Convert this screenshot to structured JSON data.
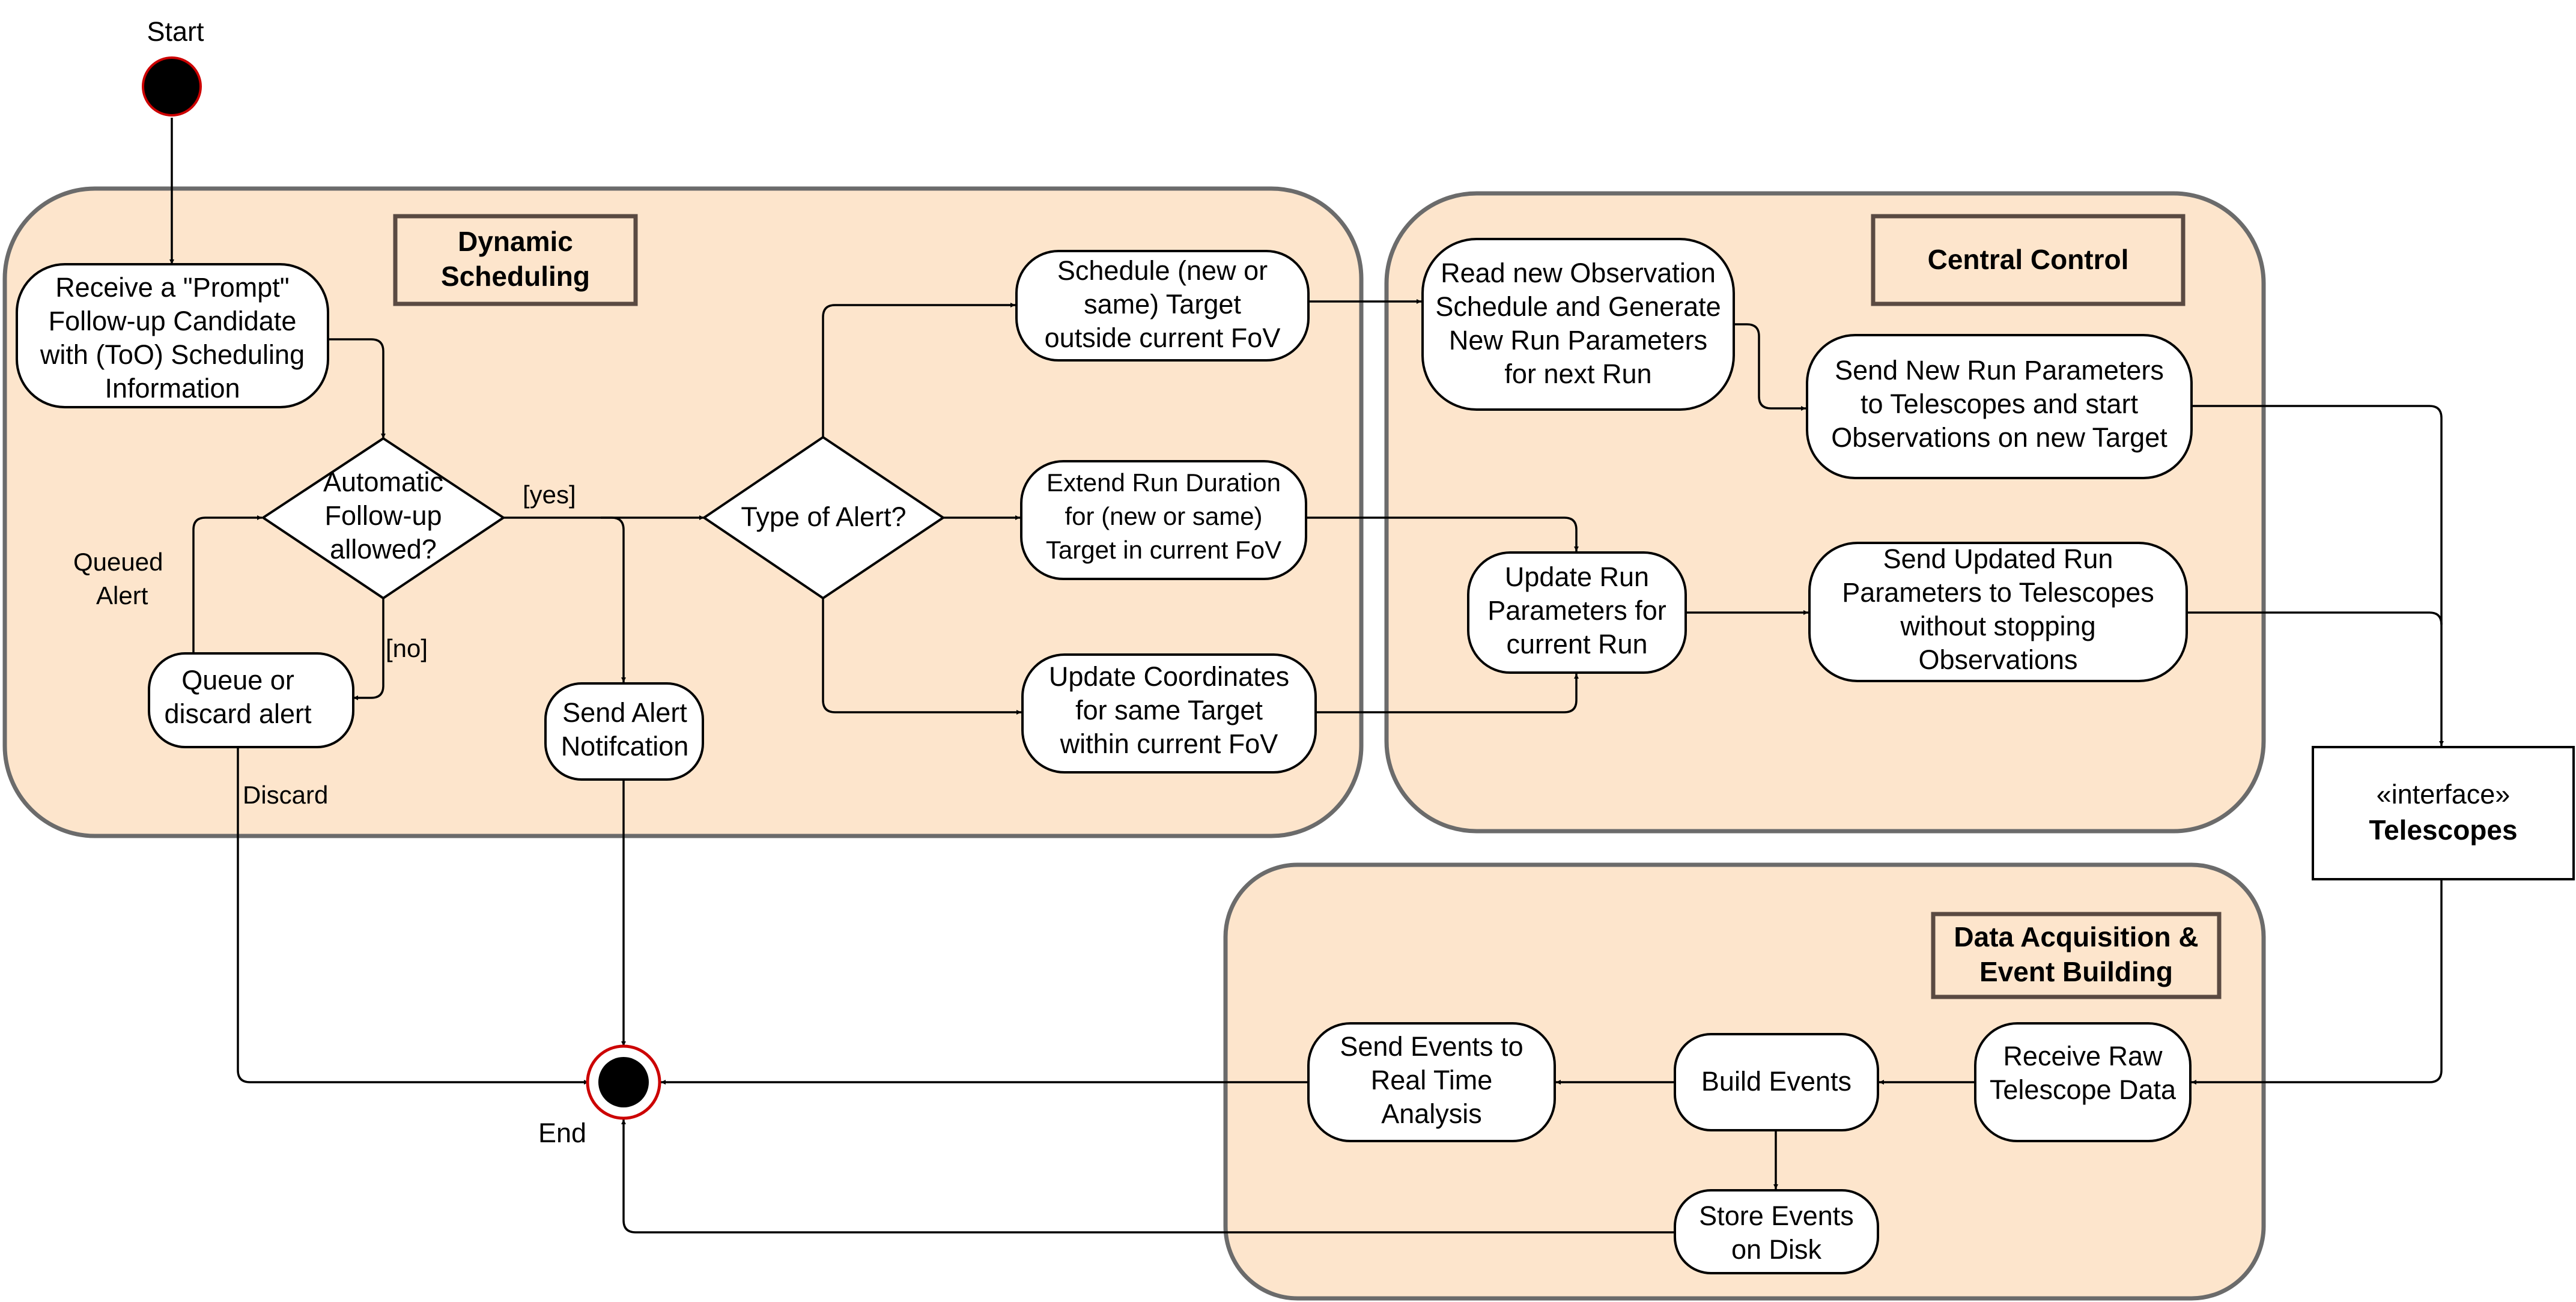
{
  "groups": {
    "dynamic_scheduling": {
      "title": [
        "Dynamic",
        "Scheduling"
      ]
    },
    "central_control": {
      "title": [
        "Central Control"
      ]
    },
    "data_acquisition": {
      "title": [
        "Data Acquisition &",
        "Event Building"
      ]
    }
  },
  "start": {
    "label": "Start"
  },
  "end": {
    "label": "End"
  },
  "nodes": {
    "receive_prompt": [
      "Receive a \"Prompt\"",
      "Follow-up Candidate",
      "with (ToO) Scheduling",
      "Information"
    ],
    "auto_followup": [
      "Automatic",
      "Follow-up",
      "allowed?"
    ],
    "queue_discard": [
      "Queue or",
      "discard alert"
    ],
    "send_alert": [
      "Send Alert",
      "Notifcation"
    ],
    "type_of_alert": [
      "Type of Alert?"
    ],
    "schedule_target": [
      "Schedule (new or",
      "same) Target",
      "outside current FoV"
    ],
    "extend_run": [
      "Extend Run Duration",
      "for (new or same)",
      "Target in current FoV"
    ],
    "update_coords": [
      "Update Coordinates",
      "for same Target",
      "within current FoV"
    ],
    "read_schedule": [
      "Read new Observation",
      "Schedule and Generate",
      "New Run Parameters",
      "for next Run"
    ],
    "send_new_params": [
      "Send New Run Parameters",
      "to Telescopes and start",
      "Observations on new Target"
    ],
    "update_run_params": [
      "Update Run",
      "Parameters for",
      "current Run"
    ],
    "send_updated_params": [
      "Send Updated Run",
      "Parameters to Telescopes",
      "without stopping",
      "Observations"
    ],
    "telescopes": {
      "stereotype": "«interface»",
      "name": "Telescopes"
    },
    "receive_raw": [
      "Receive Raw",
      "Telescope Data"
    ],
    "build_events": [
      "Build Events"
    ],
    "send_events_rta": [
      "Send Events to",
      "Real Time",
      "Analysis"
    ],
    "store_events": [
      "Store Events",
      "on Disk"
    ]
  },
  "edge_labels": {
    "yes": "[yes]",
    "no": "[no]",
    "queued_alert": [
      "Queued",
      "Alert"
    ],
    "discard": "Discard"
  },
  "colors": {
    "group_fill": "#fde5cc",
    "group_stroke": "#6b6b6b",
    "terminal_ring": "#cc0000"
  }
}
